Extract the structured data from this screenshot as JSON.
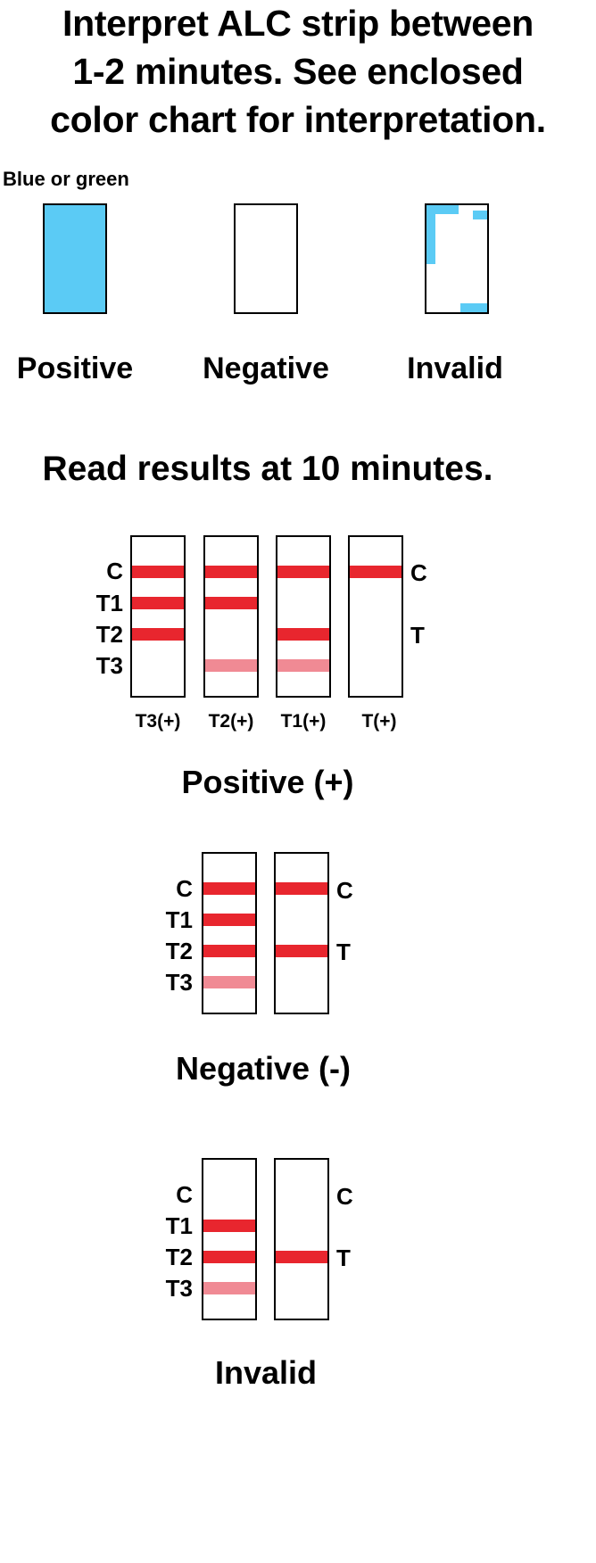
{
  "heading1": [
    "Interpret ALC strip between",
    "1-2 minutes. See enclosed",
    "color chart for interpretation."
  ],
  "color_note": "Blue or green",
  "alc": [
    {
      "label": "Positive"
    },
    {
      "label": "Negative"
    },
    {
      "label": "Invalid"
    }
  ],
  "heading2": "Read results at 10 minutes.",
  "band_labels": {
    "c": "C",
    "t1": "T1",
    "t2": "T2",
    "t3": "T3",
    "t": "T"
  },
  "positive": {
    "strip_labels": [
      "T3(+)",
      "T2(+)",
      "T1(+)",
      "T(+)"
    ],
    "title": "Positive (+)"
  },
  "negative": {
    "title": "Negative (-)"
  },
  "invalid": {
    "title": "Invalid"
  },
  "colors": {
    "control_band": "#e8262e",
    "faint_band": "#f08a94",
    "color_pad": "#5bcbf5"
  }
}
